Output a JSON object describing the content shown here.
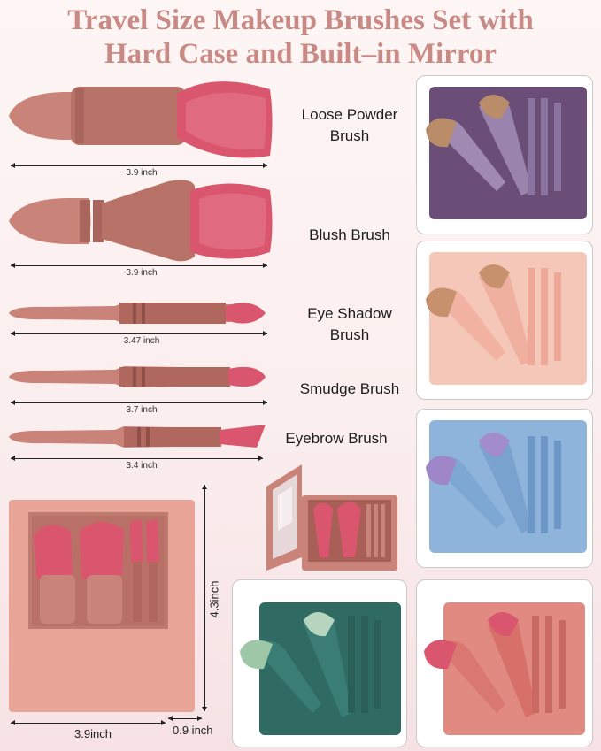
{
  "title": {
    "line1": "Travel Size Makeup Brushes Set with",
    "line2": "Hard Case and Built–in Mirror"
  },
  "brushes": [
    {
      "name_line1": "Loose Powder",
      "name_line2": "Brush",
      "length": "3.9 inch"
    },
    {
      "name_line1": "Blush Brush",
      "name_line2": "",
      "length": "3.9 inch"
    },
    {
      "name_line1": "Eye Shadow",
      "name_line2": "Brush",
      "length": "3.47 inch"
    },
    {
      "name_line1": "Smudge Brush",
      "name_line2": "",
      "length": "3.7 inch"
    },
    {
      "name_line1": "Eyebrow Brush",
      "name_line2": "",
      "length": "3.4 inch"
    }
  ],
  "case_dimensions": {
    "height": "4.3inch",
    "width": "3.9inch",
    "depth": "0.9 inch"
  },
  "colors": {
    "title": "#c98a86",
    "handle": "#c98378",
    "bristle": "#d9566e",
    "variants": [
      "#6b4e78",
      "#f5c7b8",
      "#8fb4dc",
      "#2f6a63",
      "#e08a82"
    ]
  }
}
